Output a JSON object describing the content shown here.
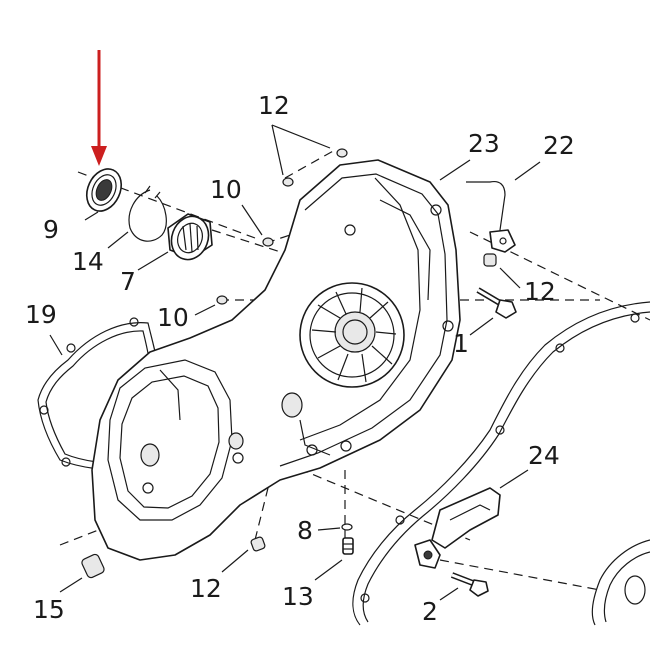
{
  "callouts": {
    "c1": "1",
    "c2": "2",
    "c7": "7",
    "c8": "8",
    "c9": "9",
    "c10a": "10",
    "c10b": "10",
    "c12a": "12",
    "c12b": "12",
    "c12c": "12",
    "c13": "13",
    "c14": "14",
    "c15": "15",
    "c19": "19",
    "c22": "22",
    "c23": "23",
    "c24": "24"
  },
  "highlight": {
    "target_part": "9",
    "arrow_color": "#cc1f1f"
  }
}
